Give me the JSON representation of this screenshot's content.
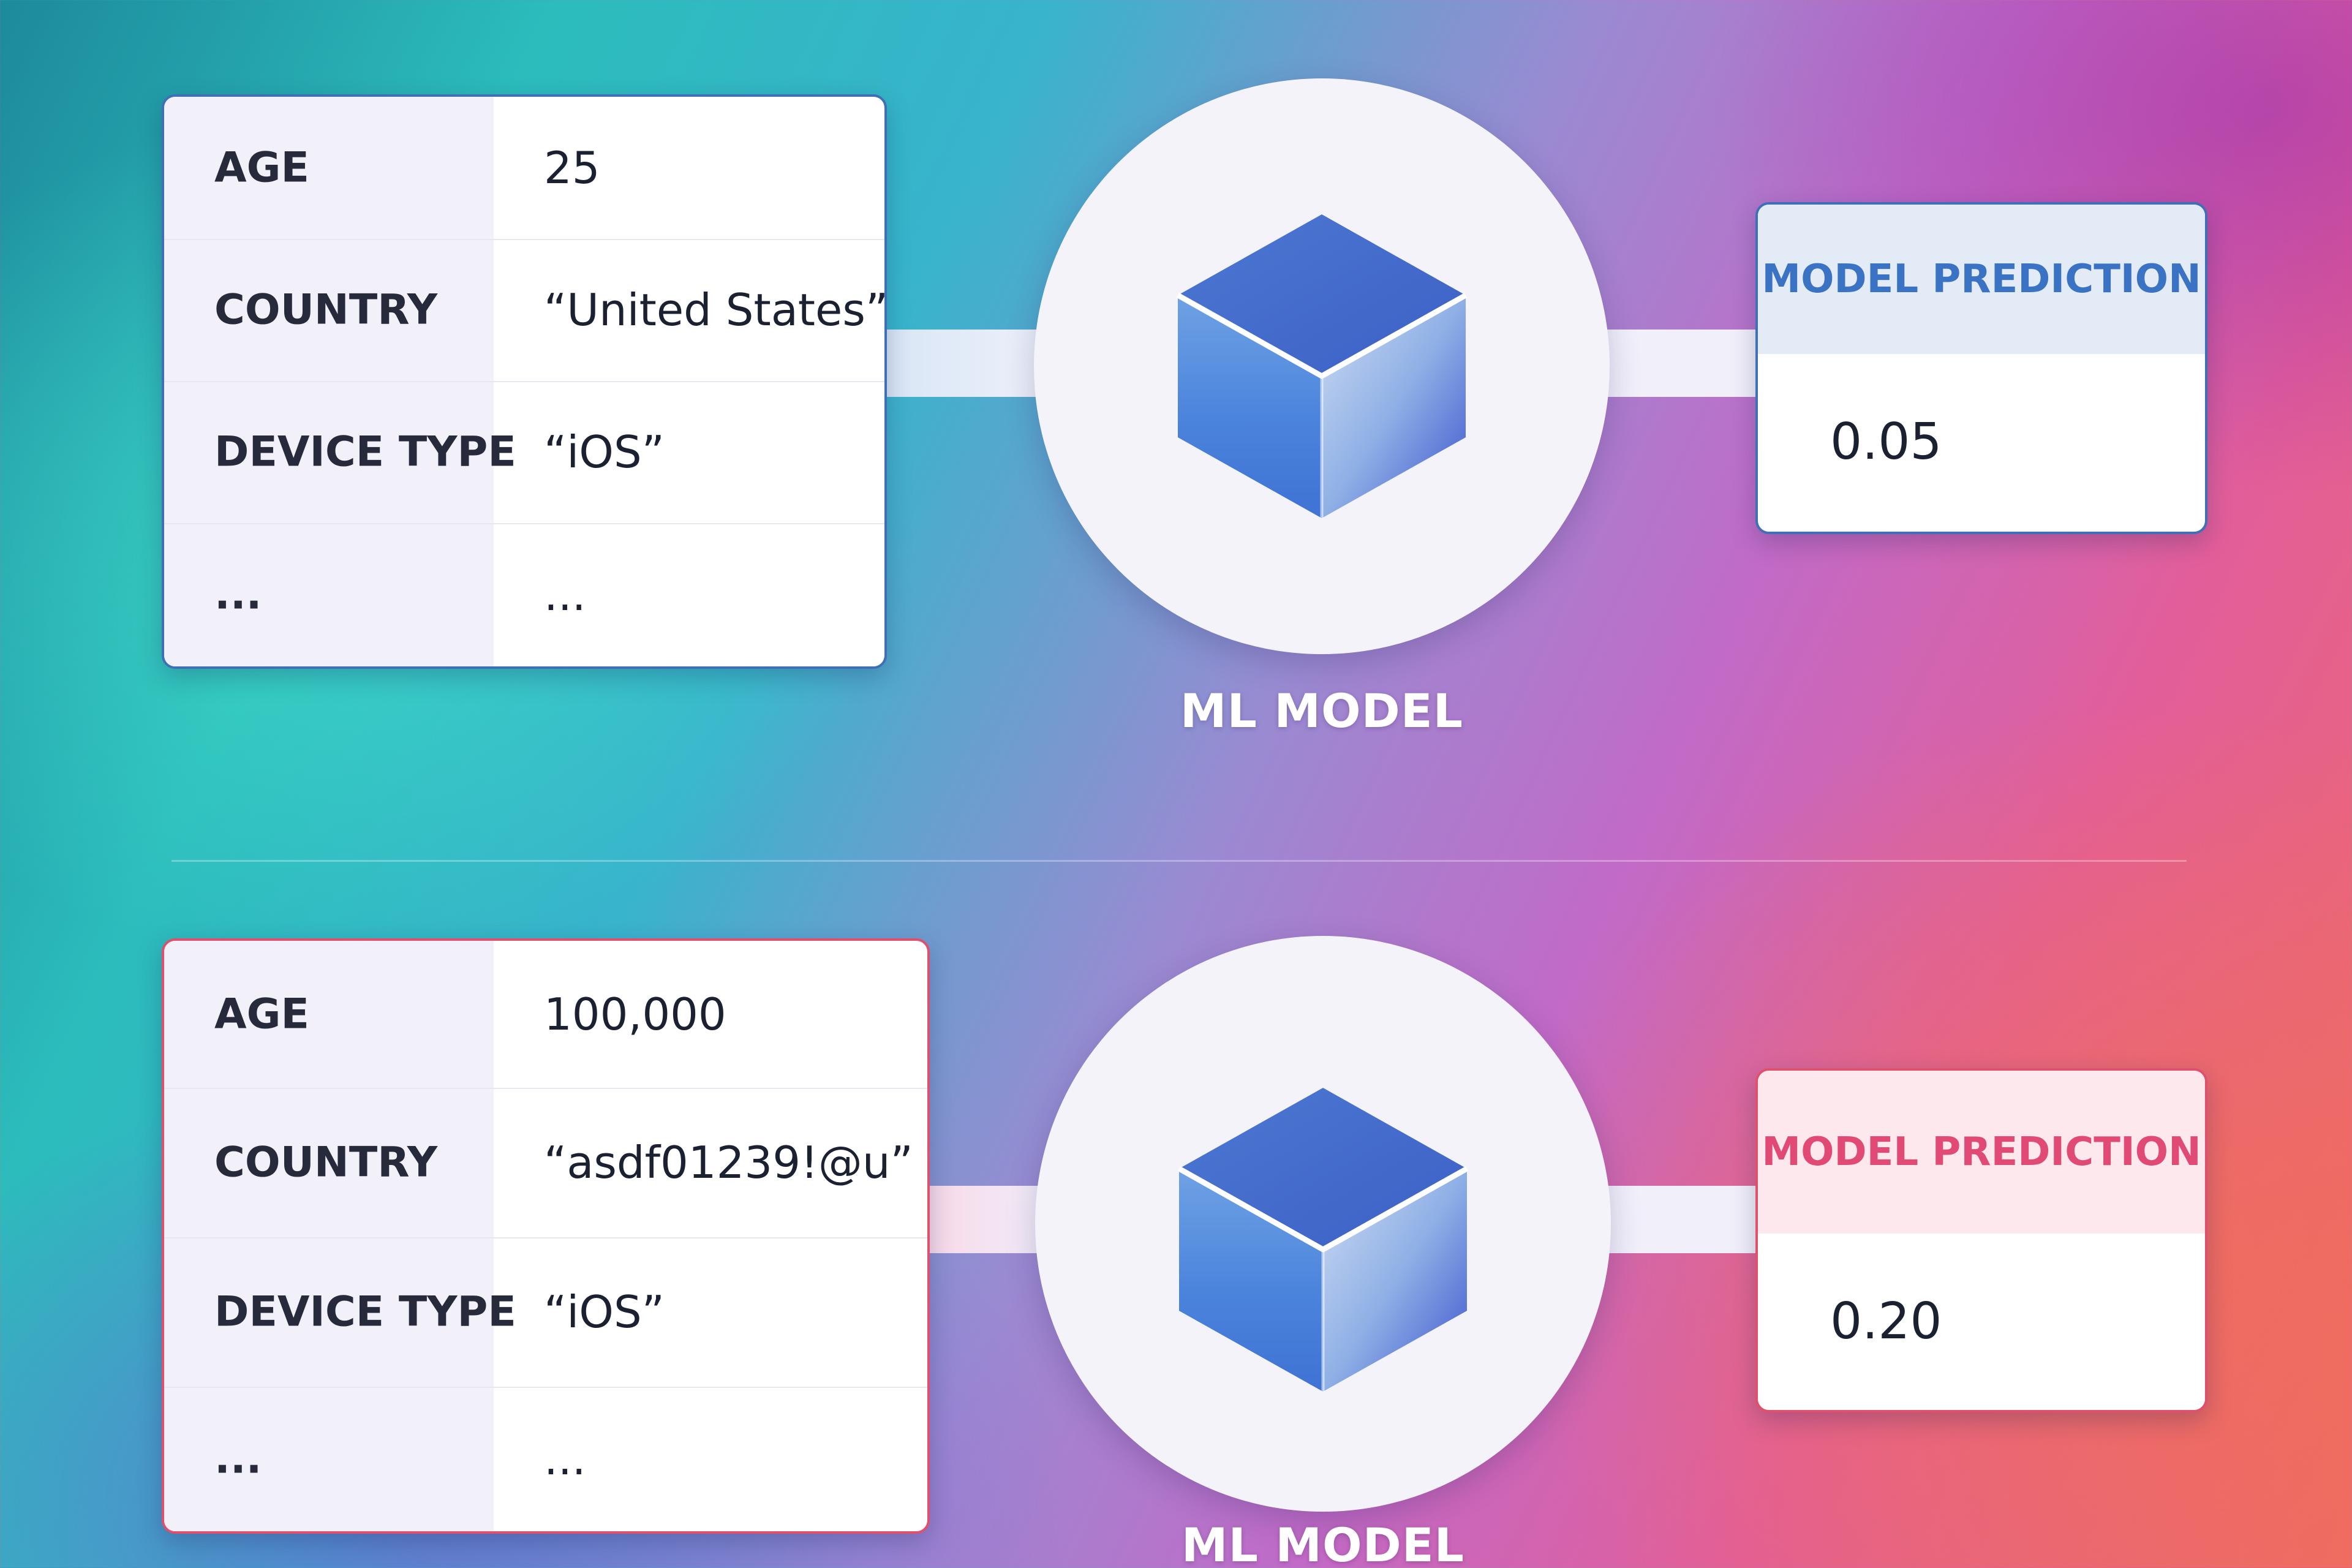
{
  "colors": {
    "normal_accent": "#3f6fb7",
    "anomalous_accent": "#e0506c",
    "model_node": "#f4f3fa"
  },
  "top_example": {
    "features": [
      {
        "key": "AGE",
        "value": "25"
      },
      {
        "key": "COUNTRY",
        "value": "“United States”"
      },
      {
        "key": "DEVICE TYPE",
        "value": "“iOS”"
      },
      {
        "key": "...",
        "value": "..."
      }
    ],
    "model_label": "ML MODEL",
    "model_icon": "cube-icon",
    "prediction_title": "MODEL PREDICTION",
    "prediction_value": "0.05"
  },
  "bottom_example": {
    "features": [
      {
        "key": "AGE",
        "value": "100,000"
      },
      {
        "key": "COUNTRY",
        "value": "“asdf01239!@u”"
      },
      {
        "key": "DEVICE TYPE",
        "value": "“iOS”"
      },
      {
        "key": "...",
        "value": "..."
      }
    ],
    "model_label": "ML MODEL",
    "model_icon": "cube-icon",
    "prediction_title": "MODEL PREDICTION",
    "prediction_value": "0.20"
  }
}
